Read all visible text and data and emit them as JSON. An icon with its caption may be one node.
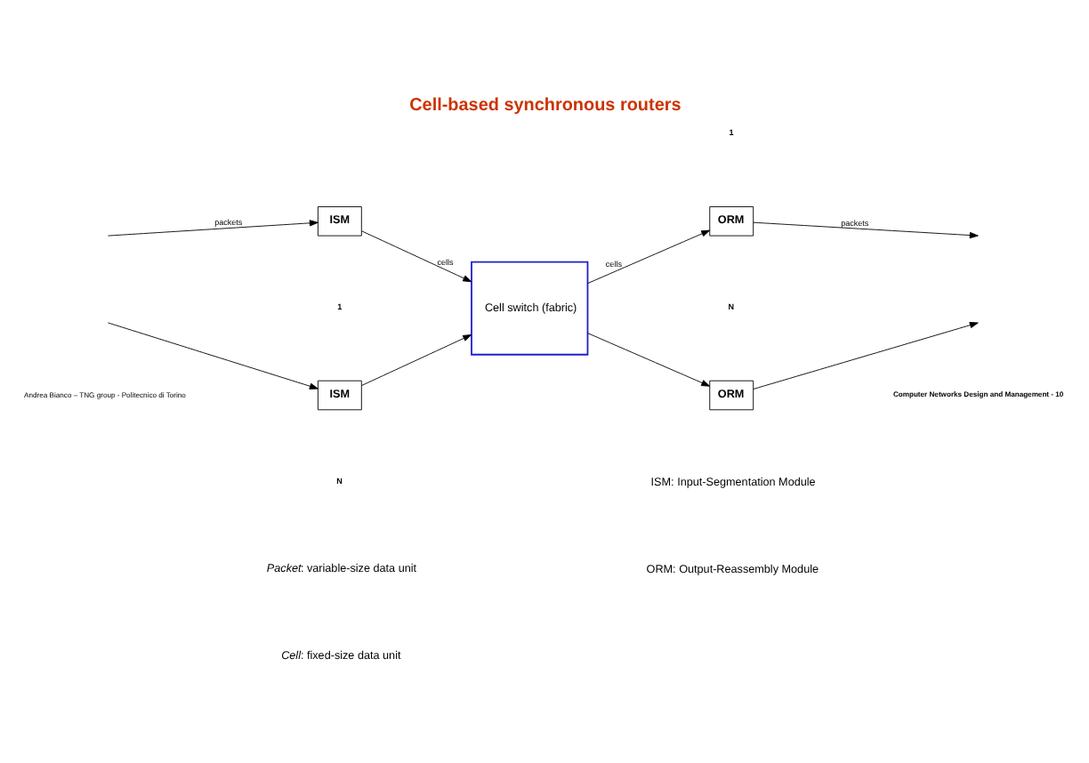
{
  "diagram": {
    "title": "Cell-based synchronous routers",
    "nodes": [
      {
        "text": [
          "ISM"
        ]
      },
      {
        "text": [
          "ISM"
        ]
      },
      {
        "text": [
          "Cell switch (fabric)"
        ]
      },
      {
        "text": [
          "ORM"
        ]
      },
      {
        "text": [
          "ORM"
        ]
      }
    ],
    "edges": [
      {
        "from": null,
        "to": 0,
        "arrow": "to",
        "label": "packets"
      },
      {
        "from": 0,
        "to": 2,
        "arrow": "to",
        "label": "cells"
      },
      {
        "from": 2,
        "to": 3,
        "arrow": "to",
        "label": "cells"
      },
      {
        "from": 3,
        "to": null,
        "arrow": "to",
        "label": "packets"
      },
      {
        "from": null,
        "to": 1,
        "arrow": "to"
      },
      {
        "from": 1,
        "to": 2,
        "arrow": "to"
      },
      {
        "from": 2,
        "to": 4,
        "arrow": "to"
      },
      {
        "from": 4,
        "to": null,
        "arrow": "to"
      }
    ],
    "labels": [
      "1",
      "N",
      "1",
      "N",
      "*Packet*: variable-size data unit",
      "*Cell*: fixed-size data unit",
      "ISM: Input-Segmentation Module",
      "ORM: Output-Reassembly Module",
      "Andrea Bianco – TNG group - Politecnico di Torino",
      "Computer Networks Design and Management - 10"
    ]
  }
}
